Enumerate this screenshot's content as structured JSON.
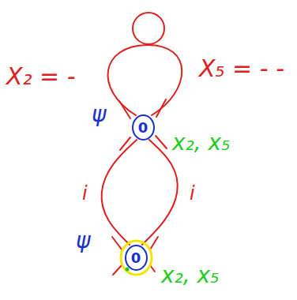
{
  "diagram": {
    "nodes": [
      {
        "text": [
          "0"
        ]
      },
      {
        "text": [
          "0"
        ]
      }
    ],
    "edges": [
      {
        "from": 0,
        "to": 1,
        "arrow": "none"
      },
      {
        "from": 0,
        "to": 1,
        "arrow": "none"
      }
    ],
    "labels": [
      "X₂ = -",
      "X₅ = - -",
      "ψ",
      "x₂, x₅",
      "i",
      "i",
      "ψ",
      "x₂, x₅"
    ]
  }
}
